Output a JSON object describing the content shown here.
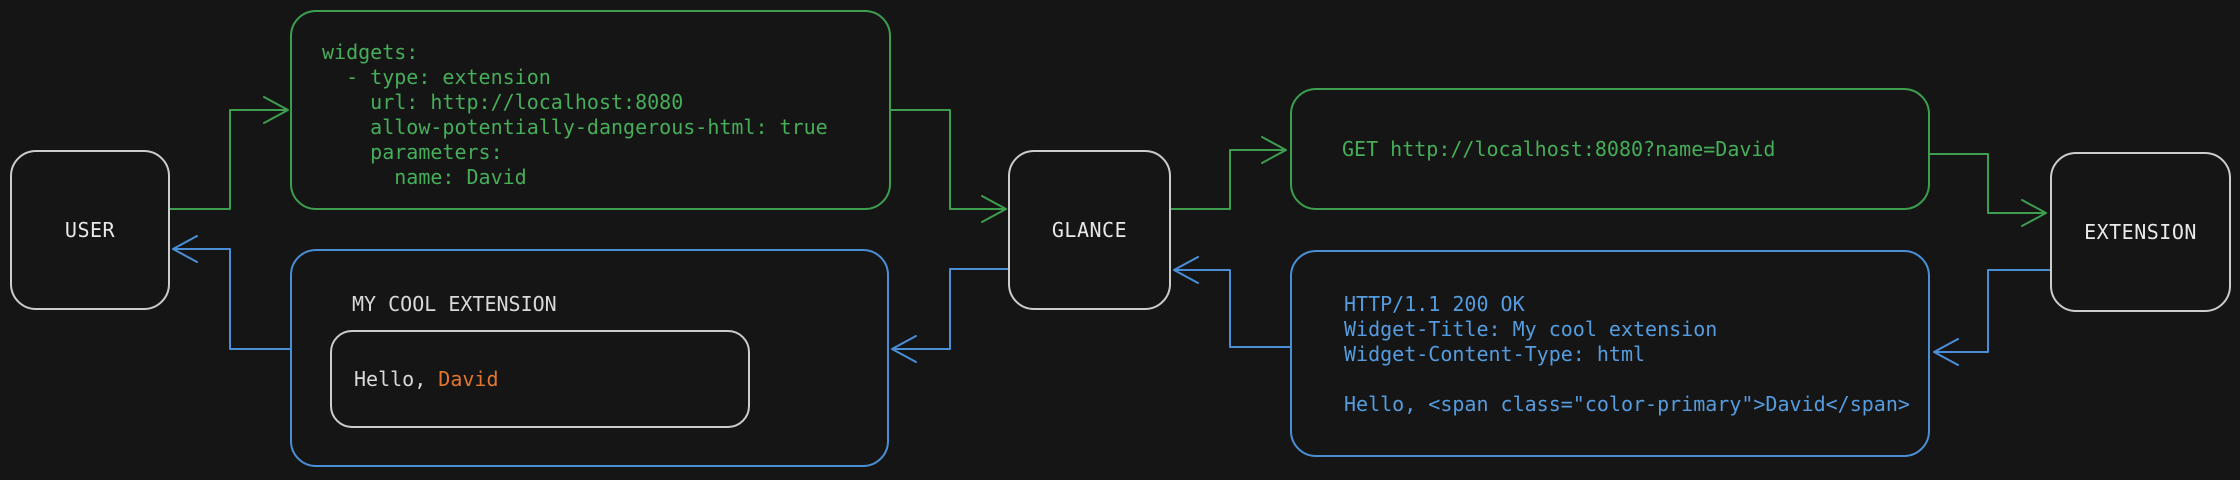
{
  "colors": {
    "background": "#151515",
    "green_line": "#3d9e50",
    "green_text": "#46ad59",
    "blue_line": "#4a8fd6",
    "blue_text": "#559cdf",
    "gray_border": "#cccccc",
    "gray_text": "#e9e9e9",
    "title_text": "#d9d9d9",
    "orange": "#e2762f"
  },
  "nodes": {
    "user": {
      "label": "USER"
    },
    "glance": {
      "label": "GLANCE"
    },
    "extension": {
      "label": "EXTENSION"
    }
  },
  "config_box": {
    "code": "widgets:\n  - type: extension\n    url: http://localhost:8080\n    allow-potentially-dangerous-html: true\n    parameters:\n      name: David"
  },
  "request_box": {
    "code": "GET http://localhost:8080?name=David"
  },
  "response_box": {
    "code": "HTTP/1.1 200 OK\nWidget-Title: My cool extension\nWidget-Content-Type: html\n\nHello, <span class=\"color-primary\">David</span>"
  },
  "widget_box": {
    "title": "MY COOL EXTENSION",
    "greeting_prefix": "Hello, ",
    "greeting_name": "David"
  }
}
